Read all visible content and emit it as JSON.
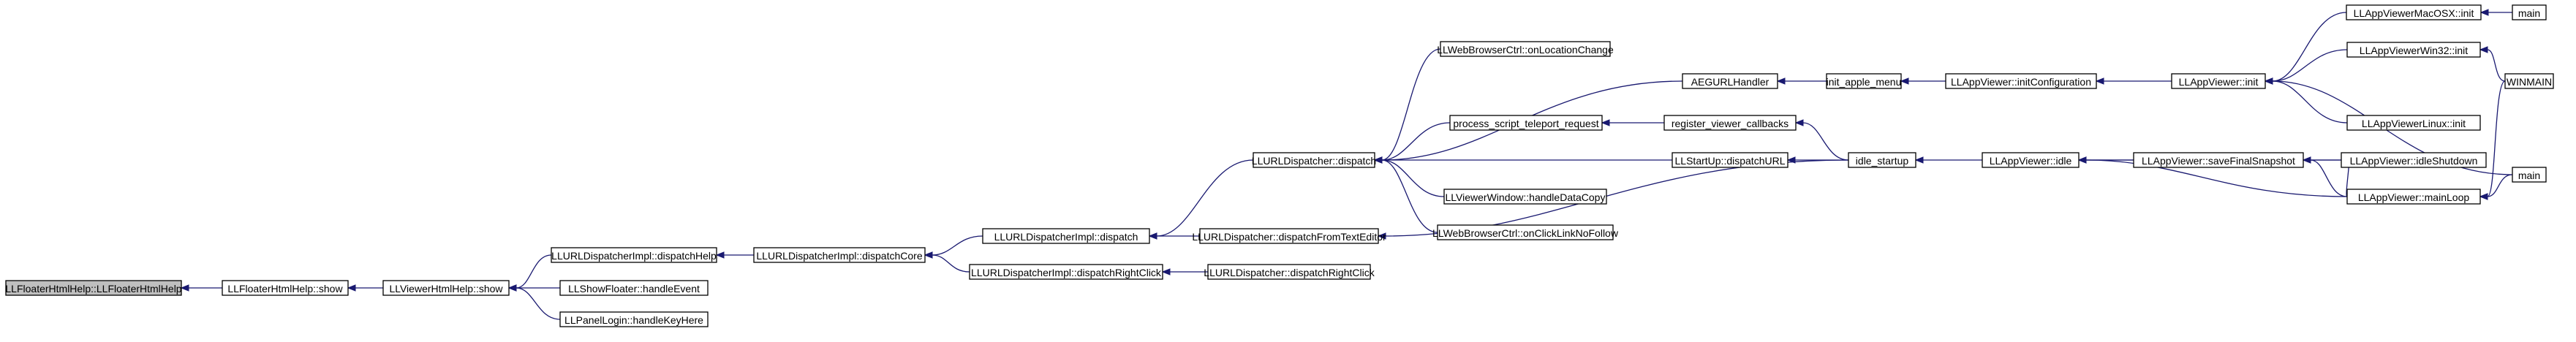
{
  "graph": {
    "colors": {
      "edge": "#191970",
      "node_fill": "#ffffff",
      "root_fill": "#bfbfbf",
      "border": "#000000"
    },
    "nodes": [
      {
        "id": "n_root",
        "label": "LLFloaterHtmlHelp::LLFloaterHtmlHelp",
        "root": true
      },
      {
        "id": "n_show1",
        "label": "LLFloaterHtmlHelp::show"
      },
      {
        "id": "n_show2",
        "label": "LLViewerHtmlHelp::show"
      },
      {
        "id": "n_dhelp",
        "label": "LLURLDispatcherImpl::dispatchHelp"
      },
      {
        "id": "n_sfh",
        "label": "LLShowFloater::handleEvent"
      },
      {
        "id": "n_pl",
        "label": "LLPanelLogin::handleKeyHere"
      },
      {
        "id": "n_core",
        "label": "LLURLDispatcherImpl::dispatchCore"
      },
      {
        "id": "n_idisp",
        "label": "LLURLDispatcherImpl::dispatch"
      },
      {
        "id": "n_irc",
        "label": "LLURLDispatcherImpl::dispatchRightClick"
      },
      {
        "id": "n_disp",
        "label": "LLURLDispatcher::dispatch"
      },
      {
        "id": "n_dfte",
        "label": "LLURLDispatcher::dispatchFromTextEditor"
      },
      {
        "id": "n_drc",
        "label": "LLURLDispatcher::dispatchRightClick"
      },
      {
        "id": "n_wloc",
        "label": "LLWebBrowserCtrl::onLocationChange"
      },
      {
        "id": "n_aeg",
        "label": "AEGURLHandler"
      },
      {
        "id": "n_pstr",
        "label": "process_script_teleport_request"
      },
      {
        "id": "n_rvc",
        "label": "register_viewer_callbacks"
      },
      {
        "id": "n_sdu",
        "label": "LLStartUp::dispatchURL"
      },
      {
        "id": "n_vw",
        "label": "LLViewerWindow::handleDataCopy"
      },
      {
        "id": "n_wclk",
        "label": "LLWebBrowserCtrl::onClickLinkNoFollow"
      },
      {
        "id": "n_iam",
        "label": "init_apple_menu"
      },
      {
        "id": "n_idle_s",
        "label": "idle_startup"
      },
      {
        "id": "n_icfg",
        "label": "LLAppViewer::initConfiguration"
      },
      {
        "id": "n_idle",
        "label": "LLAppViewer::idle"
      },
      {
        "id": "n_init",
        "label": "LLAppViewer::init"
      },
      {
        "id": "n_sfs",
        "label": "LLAppViewer::saveFinalSnapshot"
      },
      {
        "id": "n_mac",
        "label": "LLAppViewerMacOSX::init"
      },
      {
        "id": "n_win32",
        "label": "LLAppViewerWin32::init"
      },
      {
        "id": "n_linux",
        "label": "LLAppViewerLinux::init"
      },
      {
        "id": "n_ishut",
        "label": "LLAppViewer::idleShutdown"
      },
      {
        "id": "n_mloop",
        "label": "LLAppViewer::mainLoop"
      },
      {
        "id": "n_main1",
        "label": "main"
      },
      {
        "id": "n_winmain",
        "label": "WINMAIN"
      },
      {
        "id": "n_main2",
        "label": "main"
      }
    ],
    "edges": [
      [
        "n_show1",
        "n_root"
      ],
      [
        "n_show2",
        "n_show1"
      ],
      [
        "n_dhelp",
        "n_show2"
      ],
      [
        "n_sfh",
        "n_show2"
      ],
      [
        "n_pl",
        "n_show2"
      ],
      [
        "n_core",
        "n_dhelp"
      ],
      [
        "n_idisp",
        "n_core"
      ],
      [
        "n_irc",
        "n_core"
      ],
      [
        "n_disp",
        "n_idisp"
      ],
      [
        "n_dfte",
        "n_idisp"
      ],
      [
        "n_drc",
        "n_irc"
      ],
      [
        "n_wloc",
        "n_disp"
      ],
      [
        "n_aeg",
        "n_disp"
      ],
      [
        "n_pstr",
        "n_disp"
      ],
      [
        "n_sdu",
        "n_disp"
      ],
      [
        "n_vw",
        "n_disp"
      ],
      [
        "n_wclk",
        "n_disp"
      ],
      [
        "n_iam",
        "n_aeg"
      ],
      [
        "n_rvc",
        "n_pstr"
      ],
      [
        "n_idle_s",
        "n_rvc"
      ],
      [
        "n_idle_s",
        "n_sdu"
      ],
      [
        "n_idle_s",
        "n_dfte"
      ],
      [
        "n_icfg",
        "n_iam"
      ],
      [
        "n_idle",
        "n_idle_s"
      ],
      [
        "n_init",
        "n_icfg"
      ],
      [
        "n_sfs",
        "n_idle"
      ],
      [
        "n_ishut",
        "n_idle"
      ],
      [
        "n_mloop",
        "n_idle"
      ],
      [
        "n_mac",
        "n_init"
      ],
      [
        "n_win32",
        "n_init"
      ],
      [
        "n_linux",
        "n_init"
      ],
      [
        "n_main2",
        "n_init"
      ],
      [
        "n_ishut",
        "n_sfs"
      ],
      [
        "n_mloop",
        "n_sfs"
      ],
      [
        "n_mloop",
        "n_ishut"
      ],
      [
        "n_main1",
        "n_mac"
      ],
      [
        "n_winmain",
        "n_win32"
      ],
      [
        "n_winmain",
        "n_mloop"
      ],
      [
        "n_main2",
        "n_mloop"
      ]
    ]
  }
}
